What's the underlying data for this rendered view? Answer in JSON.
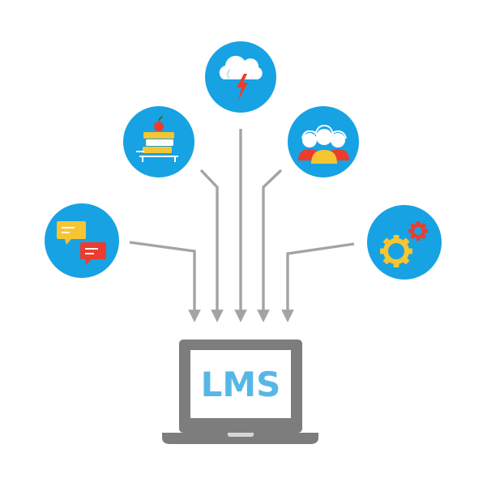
{
  "laptop": {
    "label": "LMS",
    "screen_fill": "#ffffff",
    "frame_color": "#7d7d7d",
    "label_color": "#56b7e6"
  },
  "circles": {
    "fill": "#17a2e3",
    "nodes": [
      {
        "name": "chat-node",
        "icon": "chat-bubbles-icon"
      },
      {
        "name": "books-node",
        "icon": "books-apple-icon"
      },
      {
        "name": "cloud-node",
        "icon": "cloud-lightning-icon"
      },
      {
        "name": "people-node",
        "icon": "people-group-icon"
      },
      {
        "name": "gears-node",
        "icon": "gears-icon"
      }
    ]
  },
  "connectors": {
    "color": "#a4a4a4"
  }
}
